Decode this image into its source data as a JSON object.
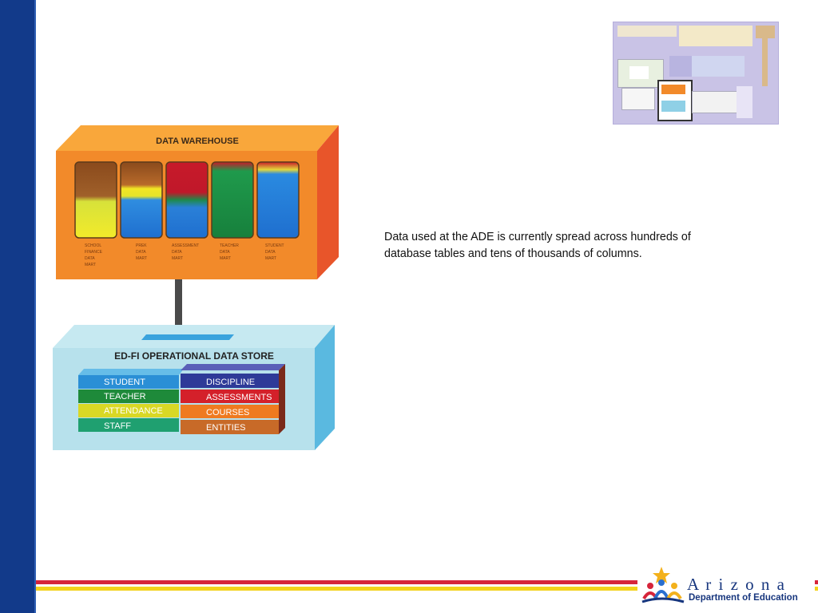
{
  "slide": {
    "caption": "Data used at the ADE is currently spread across hundreds of database tables and tens of thousands of columns."
  },
  "warehouse": {
    "title": "DATA WAREHOUSE",
    "marts": [
      {
        "label_lines": [
          "SCHOOL",
          "FINANCE",
          "DATA",
          "MART"
        ]
      },
      {
        "label_lines": [
          "PREK",
          "DATA",
          "MART"
        ]
      },
      {
        "label_lines": [
          "ASSESSMENT",
          "DATA",
          "MART"
        ]
      },
      {
        "label_lines": [
          "TEACHER",
          "DATA",
          "MART"
        ]
      },
      {
        "label_lines": [
          "STUDENT",
          "DATA",
          "MART"
        ]
      }
    ]
  },
  "ods": {
    "title": "ED-FI OPERATIONAL DATA STORE",
    "left_blocks": [
      "STUDENT",
      "TEACHER",
      "ATTENDANCE",
      "STAFF"
    ],
    "right_blocks": [
      "DISCIPLINE",
      "ASSESSMENTS",
      "COURSES",
      "ENTITIES"
    ]
  },
  "logo": {
    "name": "A r i z o n a",
    "subtitle": "Department of Education"
  },
  "colors": {
    "left_bar": "#123a8a",
    "stripe_red": "#d6243a",
    "stripe_yellow": "#f3d21c",
    "warehouse_orange": "#f28a2a",
    "ods_blue": "#b7e1ec"
  }
}
